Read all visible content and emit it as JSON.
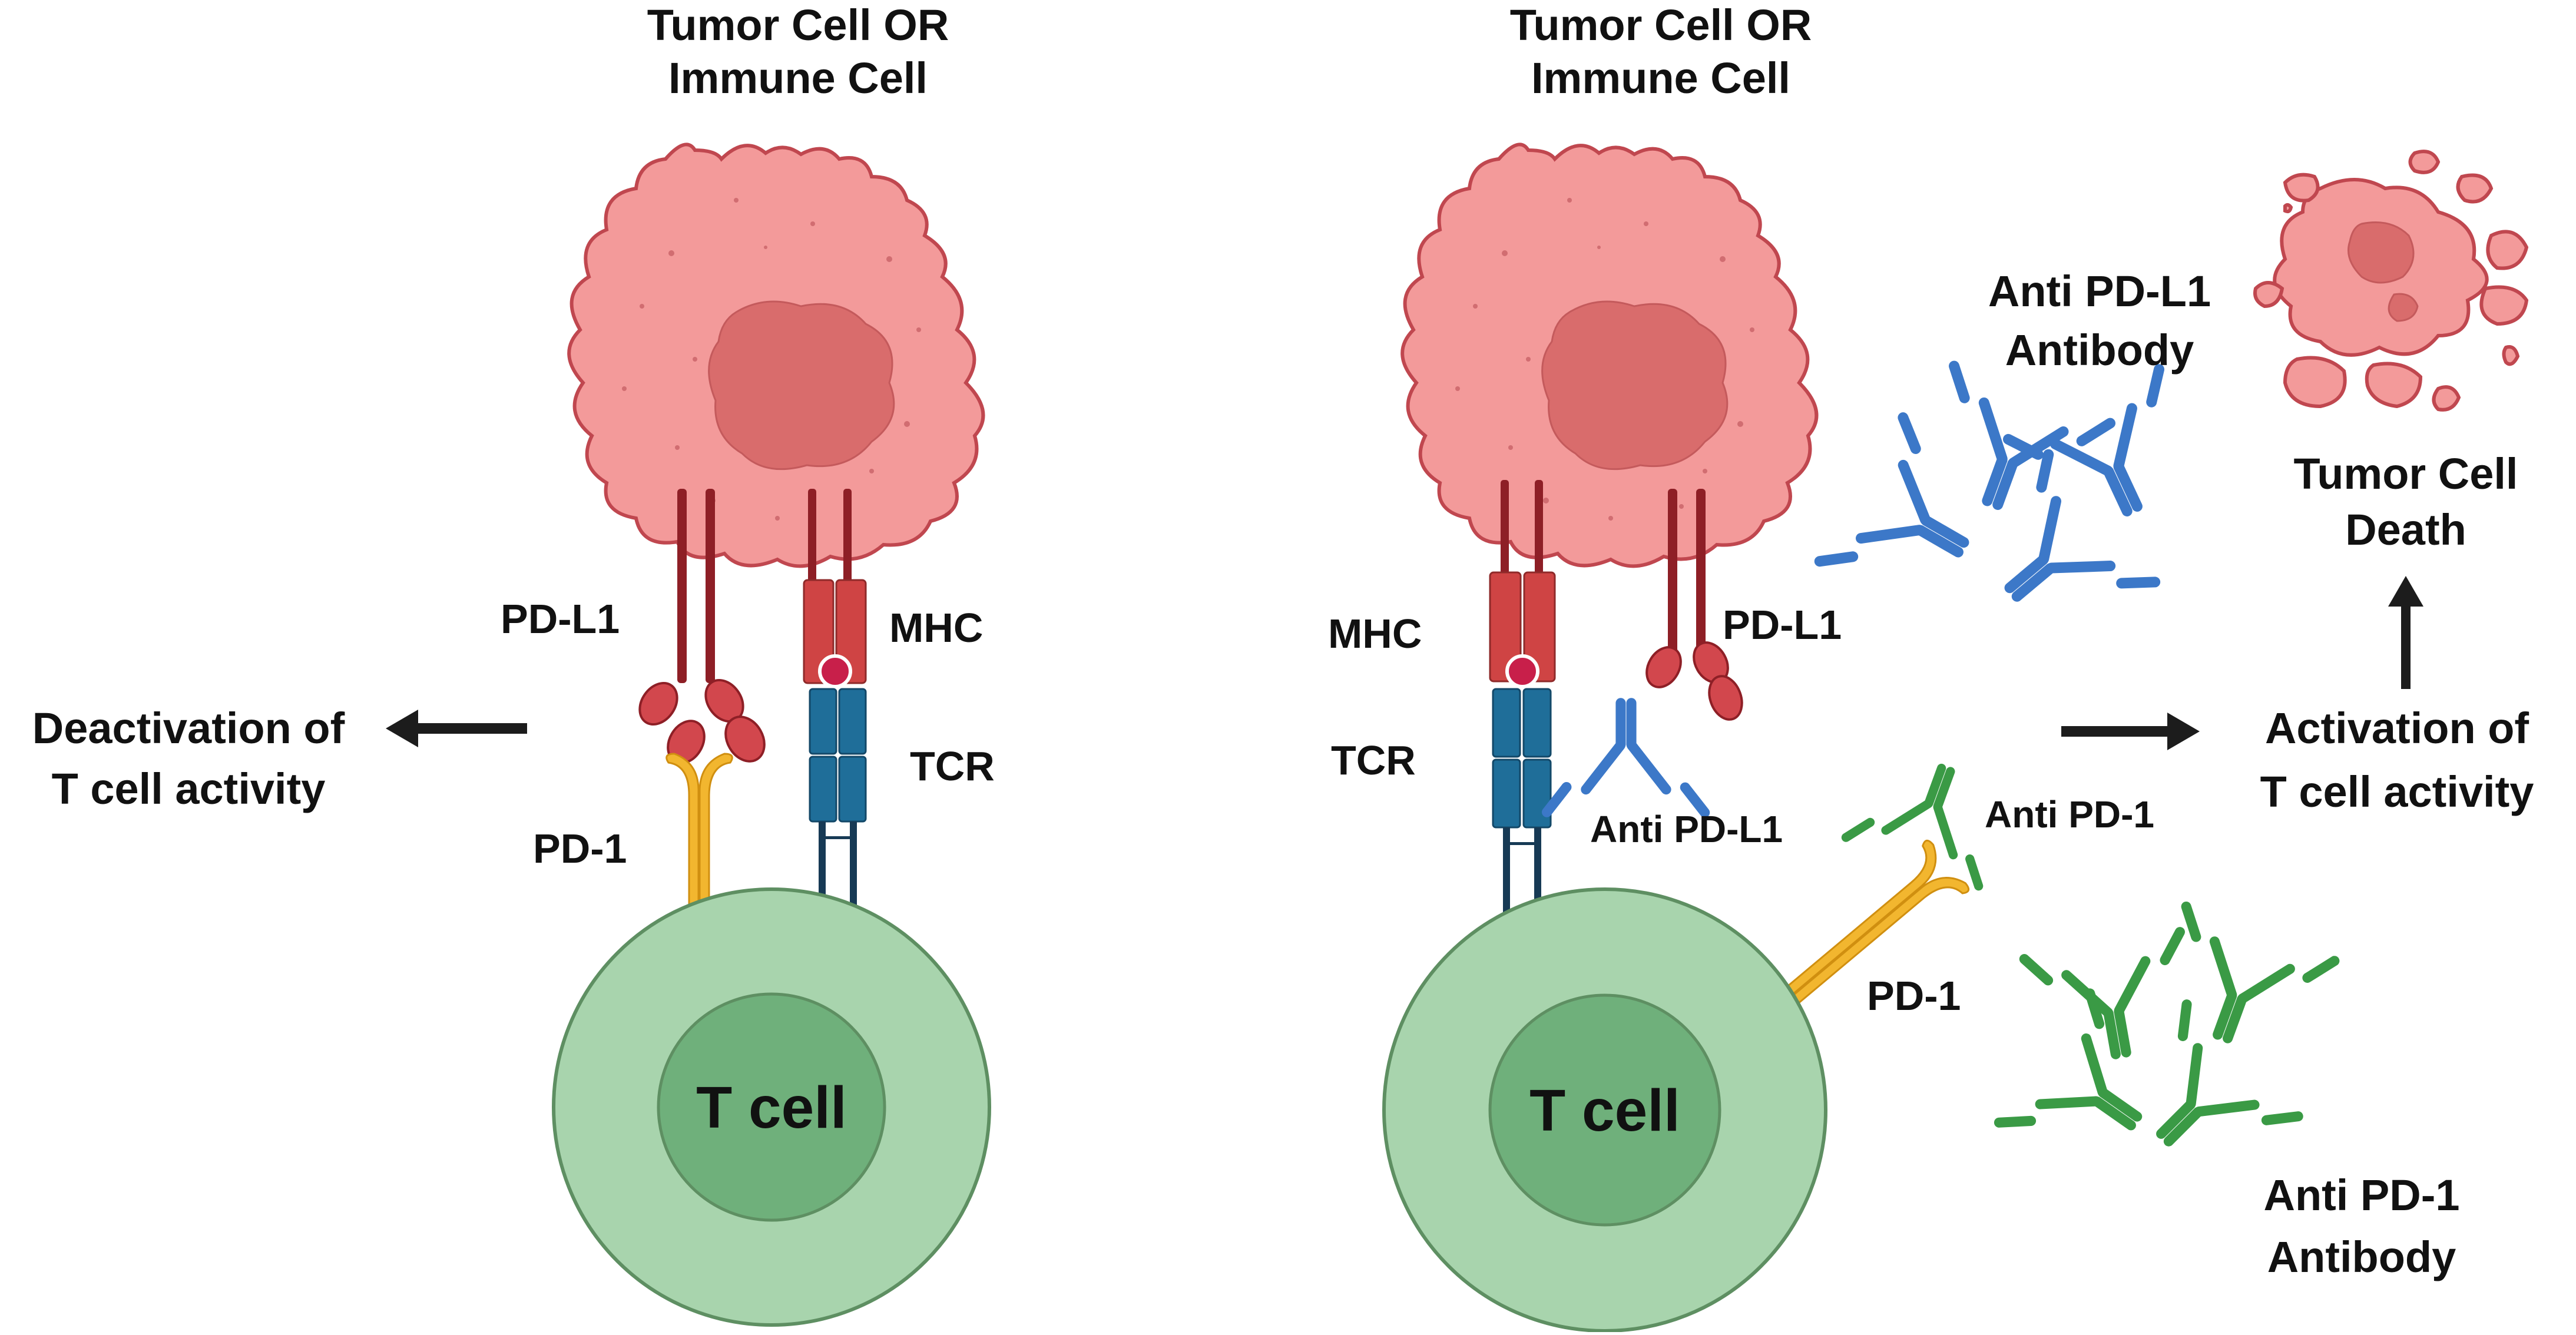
{
  "colors": {
    "tumor_fill": "#f39a9a",
    "tumor_stroke": "#c0474f",
    "nucleus_fill": "#d96c6c",
    "tcell_outer": "#a8d4ad",
    "tcell_outer_stroke": "#5e8f62",
    "tcell_inner": "#6fb07b",
    "pdl1": "#8e1f26",
    "pdl1_head": "#d2474d",
    "mhc": "#cf4444",
    "tcr": "#1f6e99",
    "pd1": "#f2b62f",
    "anti_pdl1": "#3c78c8",
    "anti_pd1": "#3a9a45",
    "arrow": "#1c1c1c"
  },
  "left_panel": {
    "top_label_line1": "Tumor Cell OR",
    "top_label_line2": "Immune Cell",
    "pdl1_label": "PD-L1",
    "mhc_label": "MHC",
    "tcr_label": "TCR",
    "pd1_label": "PD-1",
    "tcell_label": "T cell",
    "outcome_line1": "Deactivation of",
    "outcome_line2": "T cell activity"
  },
  "right_panel": {
    "top_label_line1": "Tumor Cell OR",
    "top_label_line2": "Immune Cell",
    "mhc_label": "MHC",
    "tcr_label": "TCR",
    "pdl1_label": "PD-L1",
    "anti_pdl1_bound_label": "Anti PD-L1",
    "anti_pd1_bound_label": "Anti PD-1",
    "pd1_label": "PD-1",
    "tcell_label": "T cell",
    "anti_pdl1_antibody_line1": "Anti PD-L1",
    "anti_pdl1_antibody_line2": "Antibody",
    "tumor_death_line1": "Tumor Cell",
    "tumor_death_line2": "Death",
    "outcome_line1": "Activation of",
    "outcome_line2": "T cell activity",
    "anti_pd1_antibody_line1": "Anti PD-1",
    "anti_pd1_antibody_line2": "Antibody"
  }
}
